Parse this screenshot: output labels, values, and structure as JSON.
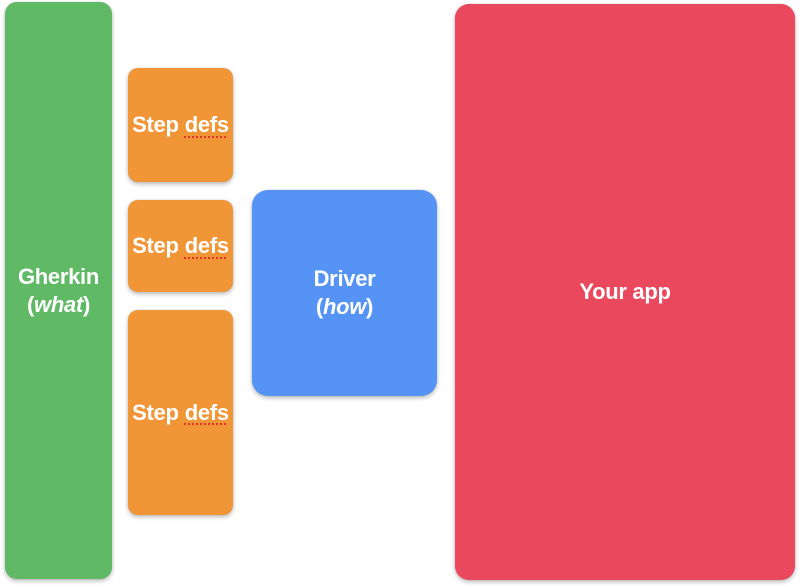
{
  "background": "#ffffff",
  "text_color": "#ffffff",
  "spellcheck_underline_color": "#e0342e",
  "boxes": {
    "gherkin": {
      "title": "Gherkin",
      "sub_open": "(",
      "sub_word": "what",
      "sub_close": ")",
      "fill": "#60B964"
    },
    "step_defs_1": {
      "word1": "Step",
      "word2": "defs",
      "fill": "#F09637"
    },
    "step_defs_2": {
      "word1": "Step",
      "word2": "defs",
      "fill": "#F09637"
    },
    "step_defs_3": {
      "word1": "Step",
      "word2": "defs",
      "fill": "#F09637"
    },
    "driver": {
      "title": "Driver",
      "sub_open": "(",
      "sub_word": "how",
      "sub_close": ")",
      "fill": "#5594F5"
    },
    "your_app": {
      "title": "Your app",
      "fill": "#E9485D"
    }
  }
}
